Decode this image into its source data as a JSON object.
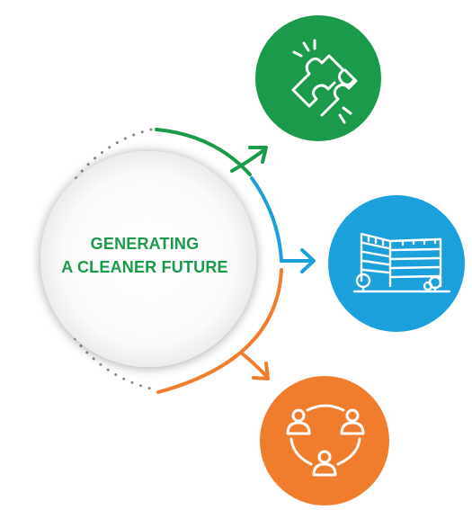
{
  "center": {
    "line1": "GENERATING",
    "line2": "A CLEANER FUTURE"
  },
  "nodes": [
    {
      "name": "partnership",
      "icon": "puzzle-pieces-icon",
      "color": "#1a9a4a"
    },
    {
      "name": "facilities",
      "icon": "office-building-icon",
      "color": "#1ba0dc"
    },
    {
      "name": "community",
      "icon": "people-network-icon",
      "color": "#f07d2e"
    }
  ],
  "colors": {
    "green": "#1a9a4a",
    "blue": "#1ba0dc",
    "orange": "#f07d2e",
    "dots": "#8a8a8a"
  }
}
